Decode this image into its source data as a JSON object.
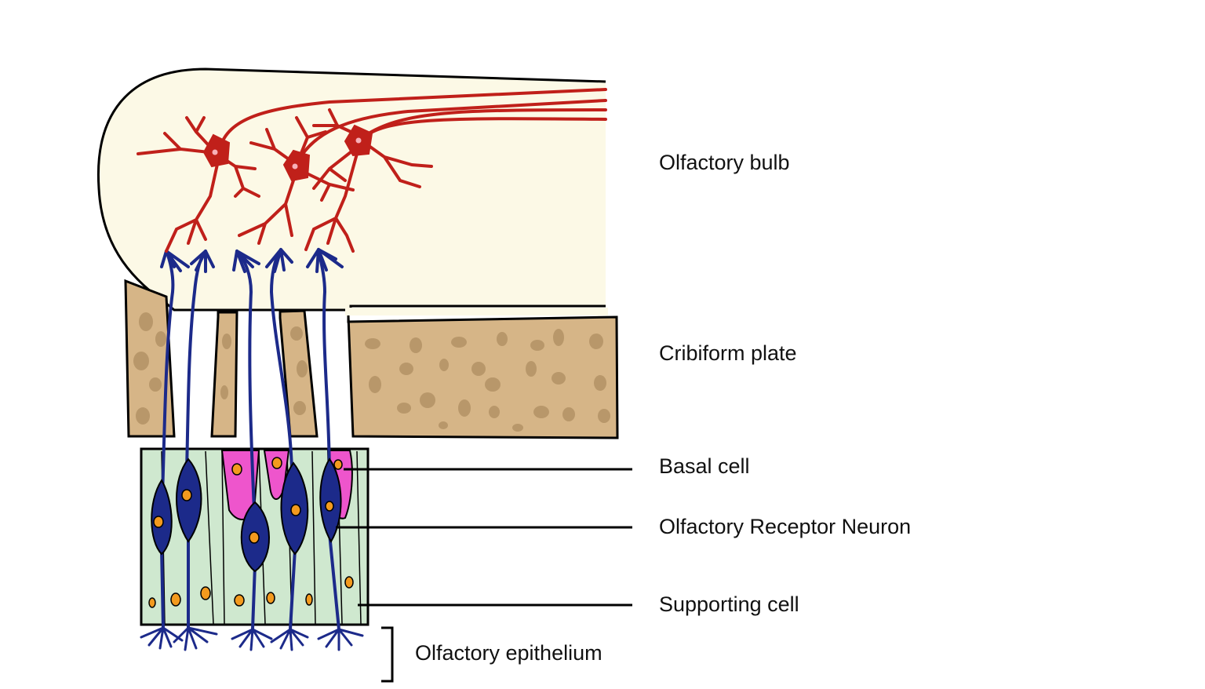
{
  "labels": {
    "olfactory_bulb": "Olfactory bulb",
    "cribriform_plate": "Cribiform plate",
    "basal_cell": "Basal cell",
    "olfactory_receptor_neuron": "Olfactory Receptor Neuron",
    "supporting_cell": "Supporting cell",
    "olfactory_epithelium": "Olfactory epithelium"
  },
  "colors": {
    "bulb_fill": "#fcf9e6",
    "bone_fill": "#d6b587",
    "bone_spots": "#b8976a",
    "epithelium_fill": "#cfe8cf",
    "mitral_cell": "#c0201a",
    "receptor_neuron": "#1c2a8a",
    "basal_cell": "#ee55cc",
    "nucleus": "#f39a1e",
    "outline": "#000000"
  }
}
